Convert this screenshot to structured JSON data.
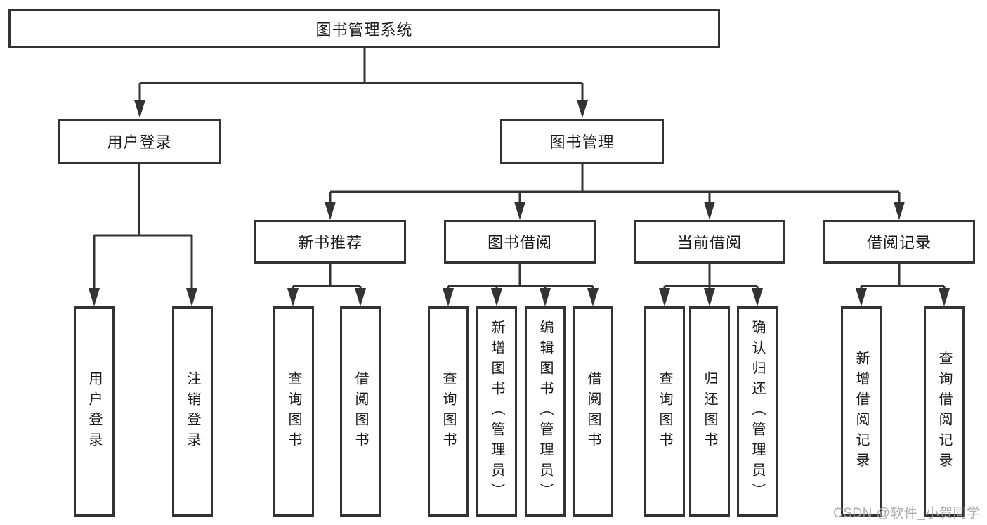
{
  "diagram": {
    "type": "hierarchy",
    "root": {
      "label": "图书管理系统"
    },
    "branches": [
      {
        "label": "用户登录",
        "leaves": [
          "用户登录",
          "注销登录"
        ]
      },
      {
        "label": "图书管理",
        "groups": [
          {
            "label": "新书推荐",
            "leaves": [
              "查询图书",
              "借阅图书"
            ]
          },
          {
            "label": "图书借阅",
            "leaves": [
              "查询图书",
              "新增图书（管理员）",
              "编辑图书（管理员）",
              "借阅图书"
            ]
          },
          {
            "label": "当前借阅",
            "leaves": [
              "查询图书",
              "归还图书",
              "确认归还（管理员）"
            ]
          },
          {
            "label": "借阅记录",
            "leaves": [
              "新增借阅记录",
              "查询借阅记录"
            ]
          }
        ]
      }
    ]
  },
  "watermark": {
    "text": "CSDN @软件_小贺同学"
  },
  "colors": {
    "line": "#333333",
    "box_border": "#333333",
    "box_fill": "#ffffff",
    "text": "#1a1a1a",
    "watermark": "#a5a5a5",
    "background": "#ffffff"
  }
}
